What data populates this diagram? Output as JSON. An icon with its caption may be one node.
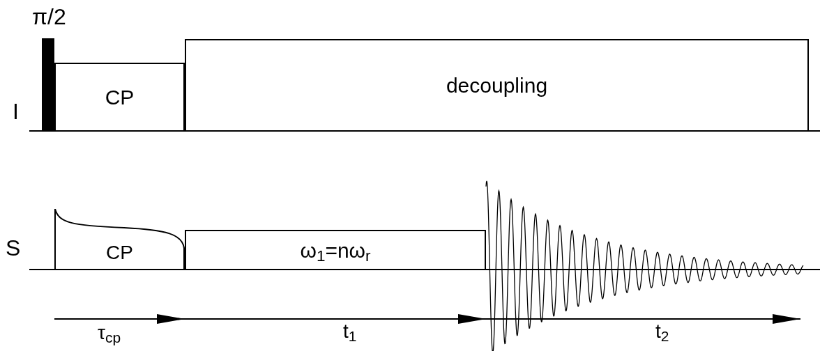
{
  "diagram": {
    "nodes": [
      {
        "text": [
          "π/2"
        ]
      },
      {
        "text": [
          "CP"
        ]
      },
      {
        "text": [
          "decoupling"
        ]
      },
      {
        "text": [
          "CP"
        ]
      },
      {
        "text": [
          "ω$_{1}$=nω$_{r}$"
        ]
      }
    ],
    "labels": [
      "I",
      "S",
      "τ$_{cp}$",
      "t$_{1}$",
      "t$_{2}$"
    ]
  }
}
